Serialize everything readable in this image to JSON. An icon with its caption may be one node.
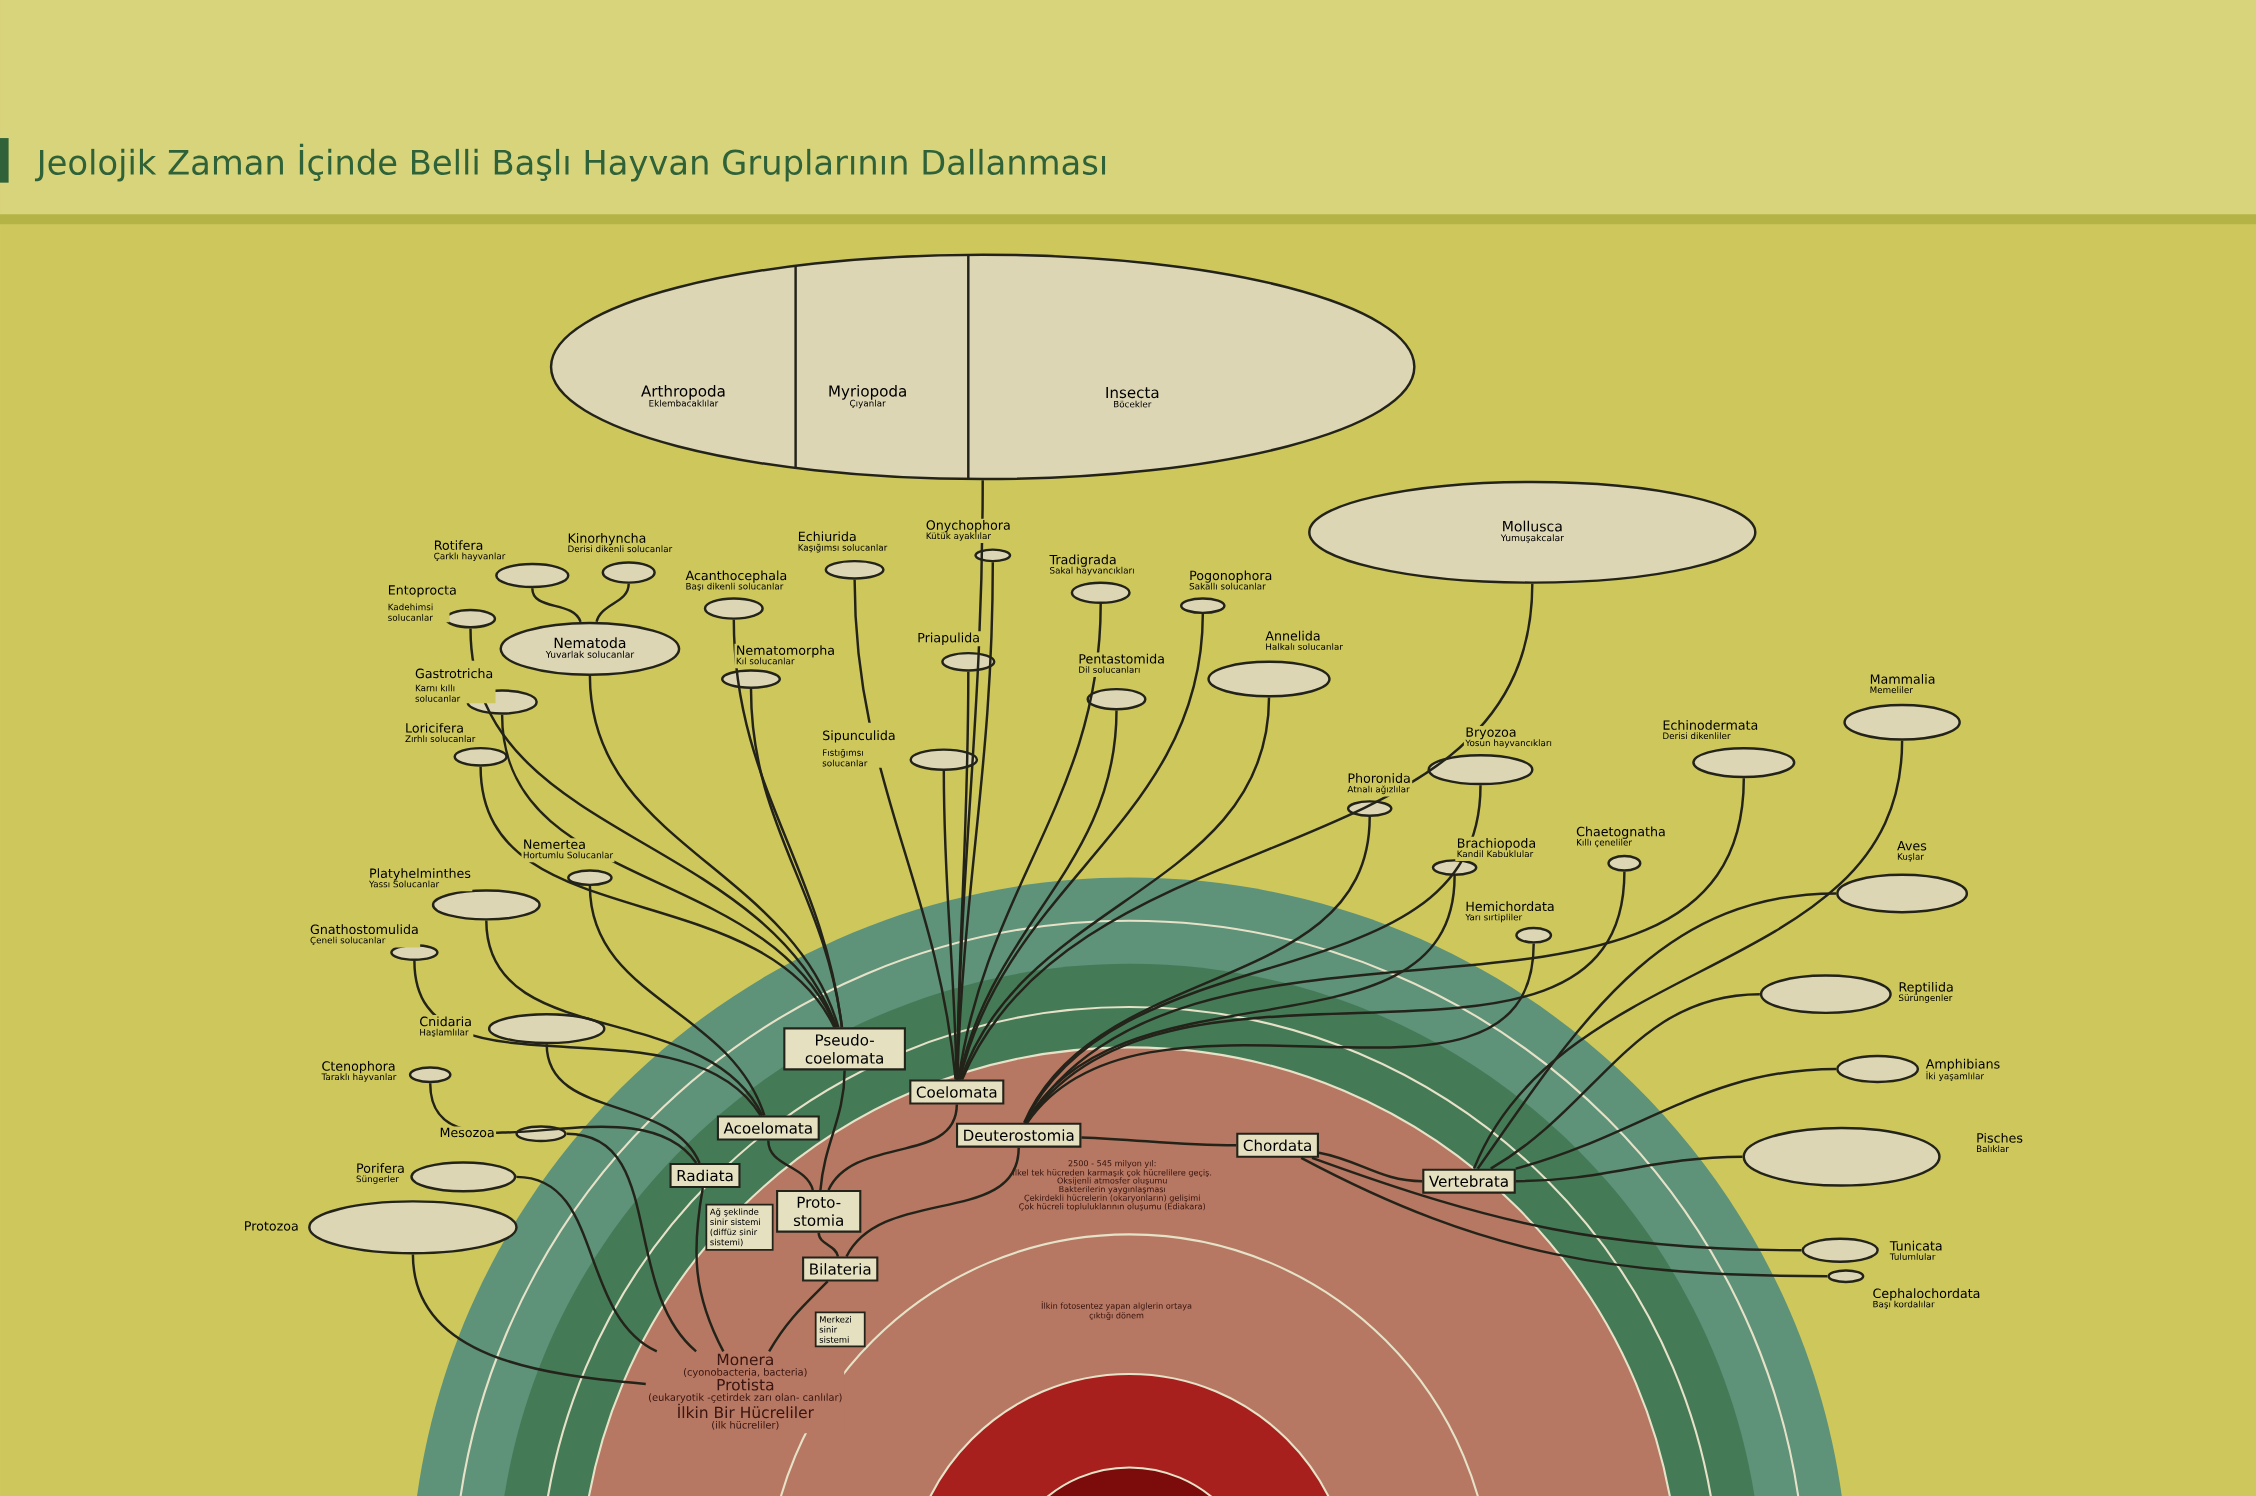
{
  "diagram": {
    "title": "Jeolojik Zaman İçinde Belli Başlı Hayvan Gruplarının Dallanması",
    "nodes": [
      {
        "text": [],
        "shape": "ellipse"
      },
      {
        "text": [
          "Arthropoda",
          "Eklembacaklılar"
        ],
        "in": 0
      },
      {
        "text": [
          "Myriopoda",
          "Çıyanlar"
        ],
        "in": 0
      },
      {
        "text": [
          "Insecta",
          "Böcekler"
        ],
        "in": 0
      },
      {
        "text": [
          "Mollusca",
          "Yumuşakcalar"
        ]
      },
      {
        "text": [],
        "shape": "ellipse",
        "beside": [
          "Rotifera",
          "Çarklı hayvanlar"
        ]
      },
      {
        "text": [],
        "shape": "ellipse",
        "beside": [
          "Kinorhyncha",
          "Derisi dikenli solucanlar"
        ]
      },
      {
        "text": [],
        "shape": "ellipse",
        "beside": [
          "Echiurida",
          "Kaşığımsı solucanlar"
        ]
      },
      {
        "text": [],
        "shape": "ellipse",
        "beside": [
          "Onychophora",
          "Kütük ayaklılar"
        ]
      },
      {
        "text": [],
        "shape": "ellipse",
        "beside": [
          "Acanthocephala",
          "Başı dikenli solucanlar"
        ]
      },
      {
        "text": [],
        "shape": "ellipse",
        "beside": [
          "Tradigrada",
          "Sakal hayvancıkları"
        ]
      },
      {
        "text": [],
        "shape": "ellipse",
        "beside": [
          "Entoprocta",
          "Kadehimsi solucanlar"
        ]
      },
      {
        "text": [],
        "shape": "ellipse",
        "beside": [
          "Pogonophora",
          "Sakallı solucanlar"
        ]
      },
      {
        "text": [],
        "shape": "ellipse",
        "beside": [
          "Annelida",
          "Halkalı solucanlar"
        ]
      },
      {
        "text": [
          "Nematoda",
          "Yuvarlak solucanlar"
        ]
      },
      {
        "text": [],
        "shape": "ellipse",
        "beside": [
          "Pentastomida",
          "Dil solucanları"
        ]
      },
      {
        "text": [],
        "shape": "ellipse",
        "beside": [
          "Priapulida"
        ]
      },
      {
        "text": [],
        "shape": "ellipse",
        "beside": [
          "Nematomorpha",
          "Kıl solucanlar"
        ]
      },
      {
        "text": [],
        "shape": "ellipse",
        "beside": [
          "Gastrotricha",
          "Karnı kıllı solucanlar"
        ]
      },
      {
        "text": [],
        "shape": "ellipse",
        "beside": [
          "Mammalia",
          "Memeliler"
        ]
      },
      {
        "text": [],
        "shape": "ellipse",
        "beside": [
          "Echinodermata",
          "Derisi dikenliler"
        ]
      },
      {
        "text": [],
        "shape": "ellipse",
        "beside": [
          "Bryozoa",
          "Yosun hayvancıkları"
        ]
      },
      {
        "text": [],
        "shape": "ellipse",
        "beside": [
          "Loricifera",
          "Zırhlı solucanlar"
        ]
      },
      {
        "text": [],
        "shape": "ellipse",
        "beside": [
          "Sipunculida",
          "Fıstığımsı solucanlar"
        ]
      },
      {
        "text": [],
        "shape": "ellipse",
        "beside": [
          "Phoronida",
          "Atnalı ağızlılar"
        ]
      },
      {
        "text": [],
        "shape": "ellipse",
        "beside": [
          "Chaetognatha",
          "Kıllı çeneliler"
        ]
      },
      {
        "text": [],
        "shape": "ellipse",
        "beside": [
          "Brachiopoda",
          "Kandil Kabuklular"
        ]
      },
      {
        "text": [],
        "shape": "ellipse",
        "beside": [
          "Aves",
          "Kuşlar"
        ]
      },
      {
        "text": [],
        "shape": "ellipse",
        "beside": [
          "Nemertea",
          "Hortumlu Solucanlar"
        ]
      },
      {
        "text": [],
        "shape": "ellipse",
        "beside": [
          "Platyhelminthes",
          "Yassı Solucanlar"
        ]
      },
      {
        "text": [],
        "shape": "ellipse",
        "beside": [
          "Hemichordata",
          "Yarı sırtipliler"
        ]
      },
      {
        "text": [],
        "shape": "ellipse",
        "beside": [
          "Gnathostomulida",
          "Çeneli solucanlar"
        ]
      },
      {
        "text": [],
        "shape": "ellipse",
        "beside": [
          "Reptilida",
          "Sürüngenler"
        ]
      },
      {
        "text": [],
        "shape": "ellipse",
        "beside": [
          "Cnidaria",
          "Haşlamlılar"
        ]
      },
      {
        "text": [
          "Pseudo-coelomata"
        ]
      },
      {
        "text": [],
        "shape": "ellipse",
        "beside": [
          "Amphibians",
          "İki yaşamlılar"
        ]
      },
      {
        "text": [],
        "shape": "ellipse",
        "beside": [
          "Ctenophora",
          "Taraklı hayvanlar"
        ]
      },
      {
        "text": [
          "Coelomata"
        ]
      },
      {
        "text": [
          "Acoelomata"
        ]
      },
      {
        "text": [],
        "shape": "ellipse",
        "beside": [
          "Mesozoa"
        ]
      },
      {
        "text": [
          "Deuterostomia"
        ]
      },
      {
        "text": [
          "Chordata"
        ]
      },
      {
        "text": [],
        "shape": "ellipse",
        "beside": [
          "Pisches",
          "Balıklar"
        ]
      },
      {
        "text": [
          "Radiata"
        ]
      },
      {
        "text": [],
        "shape": "ellipse",
        "beside": [
          "Porifera",
          "Süngerler"
        ]
      },
      {
        "text": [
          "Vertebrata"
        ]
      },
      {
        "text": [
          "Proto-stomia"
        ]
      },
      {
        "text": [
          "Ağ şeklinde sinir sistemi (diffüz sinir sistemi)"
        ]
      },
      {
        "text": [],
        "shape": "ellipse",
        "beside": [
          "Protozoa"
        ]
      },
      {
        "text": [],
        "shape": "ellipse",
        "beside": [
          "Tunicata",
          "Tulumlular"
        ]
      },
      {
        "text": [],
        "shape": "ellipse",
        "beside": [
          "Cephalochordata",
          "Başı kordalılar"
        ]
      },
      {
        "text": [
          "Bilateria"
        ]
      },
      {
        "text": [
          "Merkezi sinir sistemi"
        ]
      },
      {
        "text": [
          "Monera",
          "(cyonobacteria, bacteria)",
          "Protista",
          "(eukaryotik -çetirdek zarı olan- canlılar)",
          "İlkin Bir Hücreliler",
          "(ilk hücreliler)"
        ]
      }
    ],
    "edges": [
      {
        "from": 37,
        "to": 0,
        "arrow": "none"
      },
      {
        "from": 37,
        "to": 4,
        "arrow": "none"
      },
      {
        "from": 37,
        "to": 7,
        "arrow": "none"
      },
      {
        "from": 37,
        "to": 8,
        "arrow": "none"
      },
      {
        "from": 37,
        "to": 10,
        "arrow": "none"
      },
      {
        "from": 37,
        "to": 12,
        "arrow": "none"
      },
      {
        "from": 37,
        "to": 13,
        "arrow": "none"
      },
      {
        "from": 37,
        "to": 15,
        "arrow": "none"
      },
      {
        "from": 37,
        "to": 16,
        "arrow": "none"
      },
      {
        "from": 37,
        "to": 23,
        "arrow": "none"
      },
      {
        "from": 14,
        "to": 5,
        "arrow": "none"
      },
      {
        "from": 14,
        "to": 6,
        "arrow": "none"
      },
      {
        "from": 34,
        "to": 9,
        "arrow": "none"
      },
      {
        "from": 34,
        "to": 11,
        "arrow": "none"
      },
      {
        "from": 34,
        "to": 14,
        "arrow": "none"
      },
      {
        "from": 34,
        "to": 17,
        "arrow": "none"
      },
      {
        "from": 34,
        "to": 18,
        "arrow": "none"
      },
      {
        "from": 34,
        "to": 22,
        "arrow": "none"
      },
      {
        "from": 38,
        "to": 28,
        "arrow": "none"
      },
      {
        "from": 38,
        "to": 29,
        "arrow": "none"
      },
      {
        "from": 38,
        "to": 31,
        "arrow": "none"
      },
      {
        "from": 43,
        "to": 33,
        "arrow": "none"
      },
      {
        "from": 43,
        "to": 36,
        "arrow": "none"
      },
      {
        "from": 46,
        "to": 34,
        "arrow": "none"
      },
      {
        "from": 46,
        "to": 37,
        "arrow": "none"
      },
      {
        "from": 46,
        "to": 38,
        "arrow": "none"
      },
      {
        "from": 51,
        "to": 46,
        "arrow": "none"
      },
      {
        "from": 51,
        "to": 40,
        "arrow": "none"
      },
      {
        "from": 40,
        "to": 24,
        "arrow": "none"
      },
      {
        "from": 40,
        "to": 21,
        "arrow": "none"
      },
      {
        "from": 40,
        "to": 26,
        "arrow": "none"
      },
      {
        "from": 40,
        "to": 20,
        "arrow": "none"
      },
      {
        "from": 40,
        "to": 25,
        "arrow": "none"
      },
      {
        "from": 40,
        "to": 30,
        "arrow": "none"
      },
      {
        "from": 40,
        "to": 41,
        "arrow": "none"
      },
      {
        "from": 41,
        "to": 45,
        "arrow": "none"
      },
      {
        "from": 41,
        "to": 49,
        "arrow": "none"
      },
      {
        "from": 41,
        "to": 50,
        "arrow": "none"
      },
      {
        "from": 45,
        "to": 19,
        "arrow": "none"
      },
      {
        "from": 45,
        "to": 27,
        "arrow": "none"
      },
      {
        "from": 45,
        "to": 32,
        "arrow": "none"
      },
      {
        "from": 45,
        "to": 35,
        "arrow": "none"
      },
      {
        "from": 45,
        "to": 42,
        "arrow": "none"
      },
      {
        "from": 53,
        "to": 48,
        "arrow": "none"
      },
      {
        "from": 53,
        "to": 44,
        "arrow": "none"
      },
      {
        "from": 53,
        "to": 39,
        "arrow": "none"
      },
      {
        "from": 53,
        "to": 43,
        "arrow": "none"
      },
      {
        "from": 53,
        "to": 51,
        "arrow": "none"
      }
    ],
    "labels": [
      "2500 - 545 milyon yıl:",
      "İlkel tek hücreden karmaşık çok hücrelilere geçiş.",
      "Oksijenli atmosfer oluşumu",
      "Bakterilerin yaygınlaşması",
      "Çekirdekli hücrelerin (okaryonların) gelişimi",
      "Çok hücreli topluluklarının oluşumu (Ediakara)",
      "İlkin fotosentez yapan alglerin ortaya çıktığı dönem"
    ]
  }
}
